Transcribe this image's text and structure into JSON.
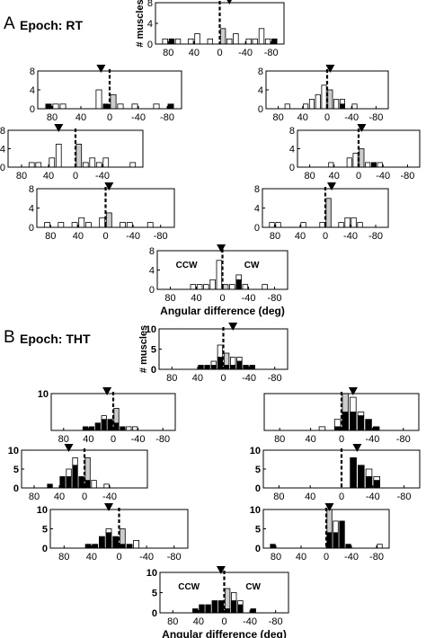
{
  "panels": [
    {
      "label": "A",
      "title": "Epoch: RT"
    },
    {
      "label": "B",
      "title": "Epoch: THT"
    }
  ],
  "colors": {
    "empty": "#ffffff",
    "filled": "#000000",
    "median_line": "#000000",
    "stripe": "#cccccc"
  },
  "chart_data": [
    {
      "id": "RT-top",
      "type": "bar",
      "panel": "A",
      "xlim": [
        100,
        -100
      ],
      "ylim": [
        0,
        8
      ],
      "yticks": [
        0,
        4,
        8
      ],
      "xticks": [
        "80",
        "40",
        "0",
        "-40",
        "-80"
      ],
      "ylabel": "# muscles",
      "xlabel": "",
      "marker_x": -15,
      "annotations": [],
      "zero_highlight": true,
      "bins": [
        95,
        85,
        75,
        65,
        55,
        45,
        35,
        25,
        15,
        5,
        -5,
        -15,
        -25,
        -35,
        -45,
        -55,
        -65,
        -75,
        -85,
        -95
      ],
      "empty": [
        0,
        1,
        0,
        1,
        0,
        1,
        2,
        0,
        1,
        0,
        3,
        1,
        2,
        0,
        1,
        1,
        3,
        1,
        0,
        0
      ],
      "filled": [
        0,
        0,
        1,
        0,
        0,
        0,
        0,
        0,
        0,
        0,
        0,
        0,
        0,
        0,
        0,
        0,
        0,
        0,
        1,
        0
      ]
    },
    {
      "id": "RT-L1",
      "type": "bar",
      "panel": "A",
      "xlim": [
        100,
        -100
      ],
      "ylim": [
        0,
        8
      ],
      "yticks": [
        0,
        4,
        8
      ],
      "xticks": [
        "80",
        "40",
        "0",
        "-40",
        "-80"
      ],
      "ylabel": "",
      "xlabel": "",
      "marker_x": 12,
      "annotations": [],
      "zero_highlight": true,
      "bins": [
        95,
        85,
        75,
        65,
        55,
        45,
        35,
        25,
        15,
        5,
        -5,
        -15,
        -25,
        -35,
        -45,
        -55,
        -65,
        -75,
        -85,
        -95
      ],
      "empty": [
        0,
        0,
        1,
        1,
        0,
        0,
        0,
        0,
        4,
        0,
        3,
        1,
        0,
        1,
        0,
        0,
        1,
        0,
        0,
        0
      ],
      "filled": [
        0,
        1,
        0,
        0,
        0,
        0,
        0,
        0,
        0,
        1,
        0,
        0,
        0,
        0,
        0,
        0,
        0,
        0,
        1,
        0
      ]
    },
    {
      "id": "RT-R1",
      "type": "bar",
      "panel": "A",
      "xlim": [
        100,
        -100
      ],
      "ylim": [
        0,
        8
      ],
      "yticks": [
        0,
        4,
        8
      ],
      "xticks": [
        "80",
        "40",
        "0",
        "-40",
        "-80"
      ],
      "ylabel": "",
      "xlabel": "",
      "marker_x": -5,
      "annotations": [],
      "zero_highlight": true,
      "bins": [
        95,
        85,
        75,
        65,
        55,
        45,
        35,
        25,
        15,
        5,
        -5,
        -15,
        -25,
        -35,
        -45,
        -55,
        -65,
        -75,
        -85,
        -95
      ],
      "empty": [
        0,
        0,
        0,
        1,
        0,
        0,
        1,
        2,
        3,
        5,
        4,
        2,
        1,
        0,
        1,
        0,
        0,
        0,
        0,
        0
      ],
      "filled": [
        0,
        0,
        0,
        0,
        0,
        0,
        0,
        0,
        0,
        0,
        0,
        0,
        1,
        0,
        0,
        0,
        0,
        0,
        0,
        0
      ]
    },
    {
      "id": "RT-L2",
      "type": "bar",
      "panel": "A",
      "xlim": [
        100,
        -100
      ],
      "ylim": [
        0,
        8
      ],
      "yticks": [
        0,
        4,
        8
      ],
      "xticks": [
        "80",
        "40",
        "0",
        "-40"
      ],
      "ylabel": "",
      "xlabel": "",
      "marker_x": 25,
      "annotations": [],
      "zero_highlight": true,
      "bins": [
        95,
        85,
        75,
        65,
        55,
        45,
        35,
        25,
        15,
        5,
        -5,
        -15,
        -25,
        -35,
        -45,
        -55,
        -65,
        -75,
        -85,
        -95
      ],
      "empty": [
        0,
        0,
        0,
        1,
        1,
        0,
        2,
        5,
        0,
        0,
        5,
        1,
        2,
        1,
        2,
        0,
        0,
        0,
        1,
        0
      ],
      "filled": [
        0,
        0,
        0,
        0,
        0,
        0,
        0,
        0,
        0,
        0,
        0,
        0,
        0,
        0,
        0,
        0,
        0,
        0,
        0,
        0
      ]
    },
    {
      "id": "RT-R2",
      "type": "bar",
      "panel": "A",
      "xlim": [
        100,
        -100
      ],
      "ylim": [
        0,
        8
      ],
      "yticks": [
        0,
        4,
        8
      ],
      "xticks": [
        "80",
        "40",
        "0",
        "-40",
        "-80"
      ],
      "ylabel": "",
      "xlabel": "",
      "marker_x": -5,
      "annotations": [],
      "zero_highlight": true,
      "bins": [
        95,
        85,
        75,
        65,
        55,
        45,
        35,
        25,
        15,
        5,
        -5,
        -15,
        -25,
        -35,
        -45,
        -55,
        -65,
        -75,
        -85,
        -95
      ],
      "empty": [
        0,
        0,
        0,
        0,
        0,
        1,
        0,
        0,
        2,
        3,
        4,
        1,
        0,
        1,
        0,
        0,
        0,
        0,
        0,
        0
      ],
      "filled": [
        0,
        0,
        0,
        0,
        0,
        0,
        0,
        0,
        0,
        0,
        0,
        0,
        1,
        0,
        0,
        0,
        0,
        0,
        0,
        0
      ]
    },
    {
      "id": "RT-L3",
      "type": "bar",
      "panel": "A",
      "xlim": [
        100,
        -100
      ],
      "ylim": [
        0,
        8
      ],
      "yticks": [
        0,
        4,
        8
      ],
      "xticks": [
        "80",
        "40",
        "0",
        "-40",
        "-80"
      ],
      "ylabel": "",
      "xlabel": "",
      "marker_x": -5,
      "annotations": [],
      "zero_highlight": true,
      "bins": [
        95,
        85,
        75,
        65,
        55,
        45,
        35,
        25,
        15,
        5,
        -5,
        -15,
        -25,
        -35,
        -45,
        -55,
        -65,
        -75,
        -85,
        -95
      ],
      "empty": [
        0,
        1,
        0,
        1,
        0,
        1,
        2,
        1,
        0,
        2,
        3,
        0,
        1,
        1,
        0,
        0,
        1,
        0,
        0,
        0
      ],
      "filled": [
        0,
        0,
        0,
        0,
        0,
        0,
        0,
        0,
        0,
        0,
        0,
        0,
        0,
        0,
        0,
        0,
        0,
        0,
        0,
        0
      ]
    },
    {
      "id": "RT-R3",
      "type": "bar",
      "panel": "A",
      "xlim": [
        100,
        -100
      ],
      "ylim": [
        0,
        8
      ],
      "yticks": [
        0,
        4,
        8
      ],
      "xticks": [
        "80",
        "40",
        "0",
        "-40",
        "-80"
      ],
      "ylabel": "",
      "xlabel": "",
      "marker_x": -10,
      "annotations": [],
      "zero_highlight": true,
      "bins": [
        95,
        85,
        75,
        65,
        55,
        45,
        35,
        25,
        15,
        5,
        -5,
        -15,
        -25,
        -35,
        -45,
        -55,
        -65,
        -75,
        -85,
        -95
      ],
      "empty": [
        0,
        1,
        1,
        0,
        0,
        0,
        1,
        0,
        0,
        1,
        6,
        0,
        1,
        2,
        2,
        1,
        0,
        0,
        0,
        0
      ],
      "filled": [
        0,
        0,
        0,
        0,
        0,
        0,
        0,
        0,
        0,
        0,
        0,
        0,
        0,
        0,
        0,
        0,
        0,
        0,
        0,
        0
      ]
    },
    {
      "id": "RT-bottom",
      "type": "bar",
      "panel": "A",
      "xlim": [
        100,
        -100
      ],
      "ylim": [
        0,
        8
      ],
      "yticks": [
        0,
        4,
        8
      ],
      "xticks": [
        "80",
        "40",
        "0",
        "-40",
        "-80"
      ],
      "ylabel": "",
      "xlabel": "Angular difference (deg)",
      "marker_x": 2,
      "annotations": [
        "CCW",
        "CW"
      ],
      "zero_highlight": true,
      "bins": [
        95,
        85,
        75,
        65,
        55,
        45,
        35,
        25,
        15,
        5,
        -5,
        -15,
        -25,
        -35,
        -45,
        -55,
        -65,
        -75,
        -85,
        -95
      ],
      "empty": [
        0,
        0,
        0,
        0,
        0,
        1,
        1,
        1,
        2,
        6,
        1,
        1,
        1,
        1,
        0,
        0,
        1,
        0,
        0,
        0
      ],
      "filled": [
        0,
        0,
        0,
        0,
        0,
        0,
        0,
        0,
        0,
        0,
        0,
        0,
        2,
        0,
        0,
        0,
        0,
        0,
        0,
        0
      ]
    },
    {
      "id": "THT-top",
      "type": "bar",
      "panel": "B",
      "xlim": [
        100,
        -100
      ],
      "ylim": [
        0,
        10
      ],
      "yticks": [
        0,
        5,
        10
      ],
      "xticks": [
        "80",
        "40",
        "0",
        "-40",
        "-80"
      ],
      "ylabel": "# muscles",
      "xlabel": "",
      "marker_x": -15,
      "annotations": [],
      "zero_highlight": true,
      "bins": [
        95,
        85,
        75,
        65,
        55,
        45,
        35,
        25,
        15,
        5,
        -5,
        -15,
        -25,
        -35,
        -45,
        -55,
        -65,
        -75,
        -85,
        -95
      ],
      "empty": [
        0,
        0,
        0,
        0,
        0,
        0,
        0,
        0,
        1,
        3,
        3,
        2,
        1,
        0,
        0,
        0,
        0,
        0,
        0,
        0
      ],
      "filled": [
        0,
        0,
        0,
        0,
        0,
        0,
        1,
        1,
        1,
        3,
        1,
        1,
        2,
        1,
        1,
        0,
        0,
        0,
        0,
        0
      ]
    },
    {
      "id": "THT-L1",
      "type": "bar",
      "panel": "B",
      "xlim": [
        100,
        -100
      ],
      "ylim": [
        0,
        10
      ],
      "yticks": [
        10
      ],
      "xticks": [
        "80",
        "40",
        "0",
        "-40",
        "-80"
      ],
      "ylabel": "",
      "xlabel": "",
      "marker_x": 10,
      "annotations": [],
      "zero_highlight": true,
      "bins": [
        95,
        85,
        75,
        65,
        55,
        45,
        35,
        25,
        15,
        5,
        -5,
        -15,
        -25,
        -35,
        -45,
        -55,
        -65,
        -75,
        -85,
        -95
      ],
      "empty": [
        0,
        0,
        0,
        0,
        0,
        0,
        0,
        0,
        1,
        0,
        4,
        0,
        1,
        1,
        0,
        0,
        0,
        0,
        0,
        0
      ],
      "filled": [
        0,
        0,
        0,
        0,
        0,
        1,
        1,
        2,
        3,
        3,
        2,
        1,
        0,
        0,
        0,
        0,
        0,
        0,
        0,
        0
      ]
    },
    {
      "id": "THT-R1",
      "type": "bar",
      "panel": "B",
      "xlim": [
        100,
        -100
      ],
      "ylim": [
        0,
        10
      ],
      "yticks": [],
      "xticks": [
        "80",
        "40",
        "0",
        "-40",
        "-80"
      ],
      "ylabel": "",
      "xlabel": "",
      "marker_x": -15,
      "annotations": [],
      "zero_highlight": true,
      "bins": [
        95,
        85,
        75,
        65,
        55,
        45,
        35,
        25,
        15,
        5,
        -5,
        -15,
        -25,
        -35,
        -45,
        -55,
        -65,
        -75,
        -85,
        -95
      ],
      "empty": [
        0,
        0,
        0,
        0,
        0,
        0,
        0,
        1,
        0,
        2,
        5,
        4,
        1,
        0,
        0,
        0,
        0,
        0,
        0,
        0
      ],
      "filled": [
        0,
        0,
        0,
        0,
        0,
        0,
        0,
        0,
        0,
        1,
        5,
        5,
        4,
        3,
        1,
        0,
        0,
        0,
        0,
        0
      ]
    },
    {
      "id": "THT-L2",
      "type": "bar",
      "panel": "B",
      "xlim": [
        100,
        -100
      ],
      "ylim": [
        0,
        10
      ],
      "yticks": [
        0,
        5,
        10
      ],
      "xticks": [
        "80",
        "40",
        "0",
        "-40"
      ],
      "ylabel": "",
      "xlabel": "",
      "marker_x": 25,
      "annotations": [],
      "zero_highlight": true,
      "bins": [
        95,
        85,
        75,
        65,
        55,
        45,
        35,
        25,
        15,
        5,
        -5,
        -15,
        -25,
        -35,
        -45,
        -55,
        -65,
        -75,
        -85,
        -95
      ],
      "empty": [
        0,
        0,
        0,
        0,
        0,
        0,
        0,
        2,
        2,
        0,
        6,
        2,
        0,
        1,
        0,
        0,
        0,
        0,
        0,
        0
      ],
      "filled": [
        0,
        0,
        0,
        0,
        1,
        0,
        3,
        3,
        6,
        3,
        2,
        0,
        0,
        0,
        0,
        0,
        0,
        0,
        0,
        0
      ]
    },
    {
      "id": "THT-R2",
      "type": "bar",
      "panel": "B",
      "xlim": [
        100,
        -100
      ],
      "ylim": [
        0,
        10
      ],
      "yticks": [
        0,
        5,
        10
      ],
      "xticks": [
        "80",
        "40",
        "0",
        "-40",
        "-80"
      ],
      "ylabel": "",
      "xlabel": "",
      "marker_x": -20,
      "annotations": [],
      "zero_highlight": true,
      "bins": [
        95,
        85,
        75,
        65,
        55,
        45,
        35,
        25,
        15,
        5,
        -5,
        -15,
        -25,
        -35,
        -45,
        -55,
        -65,
        -75,
        -85,
        -95
      ],
      "empty": [
        0,
        0,
        0,
        0,
        0,
        0,
        0,
        0,
        0,
        0,
        0,
        0,
        0,
        2,
        1,
        0,
        0,
        0,
        0,
        0
      ],
      "filled": [
        0,
        0,
        0,
        0,
        0,
        0,
        0,
        0,
        0,
        0,
        0,
        8,
        6,
        3,
        2,
        0,
        0,
        0,
        0,
        0
      ]
    },
    {
      "id": "THT-L3",
      "type": "bar",
      "panel": "B",
      "xlim": [
        100,
        -100
      ],
      "ylim": [
        0,
        10
      ],
      "yticks": [
        0,
        5,
        10
      ],
      "xticks": [
        "80",
        "40",
        "0",
        "-40",
        "-80"
      ],
      "ylabel": "",
      "xlabel": "",
      "marker_x": 15,
      "annotations": [],
      "zero_highlight": true,
      "bins": [
        95,
        85,
        75,
        65,
        55,
        45,
        35,
        25,
        15,
        5,
        -5,
        -15,
        -25,
        -35,
        -45,
        -55,
        -65,
        -75,
        -85,
        -95
      ],
      "empty": [
        0,
        0,
        0,
        0,
        0,
        0,
        0,
        0,
        1,
        0,
        4,
        0,
        2,
        0,
        0,
        0,
        0,
        0,
        0,
        0
      ],
      "filled": [
        0,
        0,
        0,
        0,
        0,
        1,
        1,
        3,
        4,
        3,
        1,
        1,
        0,
        0,
        0,
        0,
        0,
        0,
        0,
        0
      ]
    },
    {
      "id": "THT-R3",
      "type": "bar",
      "panel": "B",
      "xlim": [
        100,
        -100
      ],
      "ylim": [
        0,
        10
      ],
      "yticks": [
        0,
        5,
        10
      ],
      "xticks": [
        "80",
        "40",
        "0",
        "-40",
        "-80"
      ],
      "ylabel": "",
      "xlabel": "",
      "marker_x": -5,
      "annotations": [],
      "zero_highlight": true,
      "bins": [
        95,
        85,
        75,
        65,
        55,
        45,
        35,
        25,
        15,
        5,
        -5,
        -15,
        -25,
        -35,
        -45,
        -55,
        -65,
        -75,
        -85,
        -95
      ],
      "empty": [
        0,
        0,
        0,
        0,
        0,
        0,
        0,
        0,
        0,
        0,
        6,
        3,
        0,
        0,
        0,
        0,
        0,
        0,
        1,
        0
      ],
      "filled": [
        0,
        1,
        0,
        0,
        0,
        0,
        0,
        0,
        0,
        0,
        4,
        4,
        7,
        1,
        0,
        0,
        0,
        0,
        0,
        0
      ]
    },
    {
      "id": "THT-bottom",
      "type": "bar",
      "panel": "B",
      "xlim": [
        100,
        -100
      ],
      "ylim": [
        0,
        10
      ],
      "yticks": [
        0,
        5,
        10
      ],
      "xticks": [
        "80",
        "40",
        "0",
        "-40",
        "-80"
      ],
      "ylabel": "",
      "xlabel": "Angular difference (deg)",
      "marker_x": 5,
      "annotations": [
        "CCW",
        "CW"
      ],
      "zero_highlight": true,
      "bins": [
        95,
        85,
        75,
        65,
        55,
        45,
        35,
        25,
        15,
        5,
        -5,
        -15,
        -25,
        -35,
        -45,
        -55,
        -65,
        -75,
        -85,
        -95
      ],
      "empty": [
        0,
        0,
        0,
        0,
        0,
        0,
        0,
        0,
        0,
        0,
        5,
        2,
        1,
        0,
        0,
        0,
        0,
        0,
        0,
        0
      ],
      "filled": [
        0,
        0,
        0,
        0,
        0,
        1,
        2,
        2,
        3,
        3,
        1,
        3,
        2,
        0,
        1,
        0,
        0,
        0,
        0,
        0
      ]
    }
  ]
}
